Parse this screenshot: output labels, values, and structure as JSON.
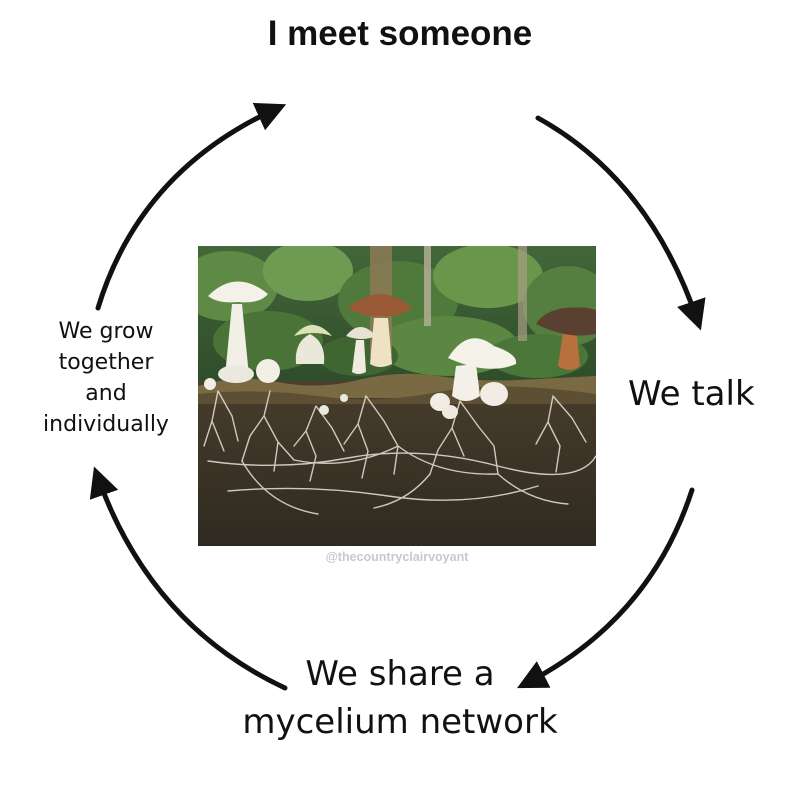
{
  "nodes": {
    "top": "I meet someone",
    "right": "We talk",
    "bottom": [
      "We share a",
      "mycelium network"
    ],
    "left": [
      "We grow",
      "together",
      "and",
      "individually"
    ]
  },
  "photo": {
    "watermark": "@thecountryclairvoyant"
  },
  "colors": {
    "text": "#111111",
    "arrow": "#111111",
    "watermark": "#c9c9c9"
  }
}
